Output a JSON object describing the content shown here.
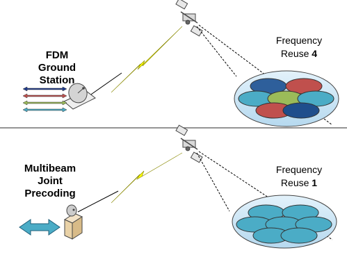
{
  "top_panel": {
    "station_label": [
      "FDM",
      "Ground",
      "Station"
    ],
    "reuse_label_prefix": "Frequency",
    "reuse_label_word": "Reuse",
    "reuse_factor": "4",
    "beam_colors": [
      "#2e5f9b",
      "#c0504d",
      "#4bacc6",
      "#9bbb59",
      "#4bacc6",
      "#c0504d",
      "#1f4e8c"
    ],
    "carrier_colors": [
      "#1f3b8c",
      "#c0504d",
      "#9bbb59",
      "#4bacc6"
    ]
  },
  "bottom_panel": {
    "station_label": [
      "Multibeam",
      "Joint",
      "Precoding"
    ],
    "reuse_label_prefix": "Frequency",
    "reuse_label_word": "Reuse",
    "reuse_factor": "1",
    "beam_color": "#4bacc6"
  },
  "colors": {
    "platter": "#c9e4f4",
    "lightning": "#ffff00",
    "divider": "#555555"
  }
}
